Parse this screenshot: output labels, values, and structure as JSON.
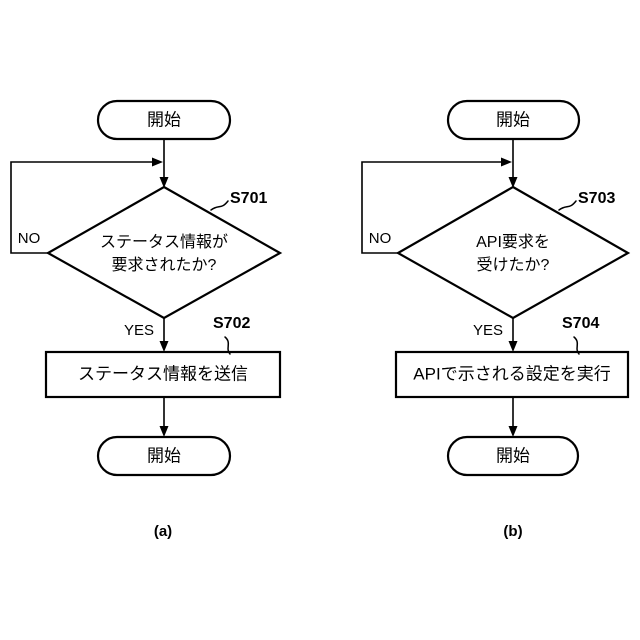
{
  "figure": {
    "background_color": "#ffffff",
    "stroke_color": "#000000",
    "diagrams": [
      {
        "caption": "(a)",
        "start_label": "開始",
        "decision_line1": "ステータス情報が",
        "decision_line2": "要求されたか?",
        "decision_step": "S701",
        "no_label": "NO",
        "yes_label": "YES",
        "process_label": "ステータス情報を送信",
        "process_step": "S702",
        "end_label": "開始"
      },
      {
        "caption": "(b)",
        "start_label": "開始",
        "decision_line1": "API要求を",
        "decision_line2": "受けたか?",
        "decision_step": "S703",
        "no_label": "NO",
        "yes_label": "YES",
        "process_label": "APIで示される設定を実行",
        "process_step": "S704",
        "end_label": "開始"
      }
    ]
  }
}
